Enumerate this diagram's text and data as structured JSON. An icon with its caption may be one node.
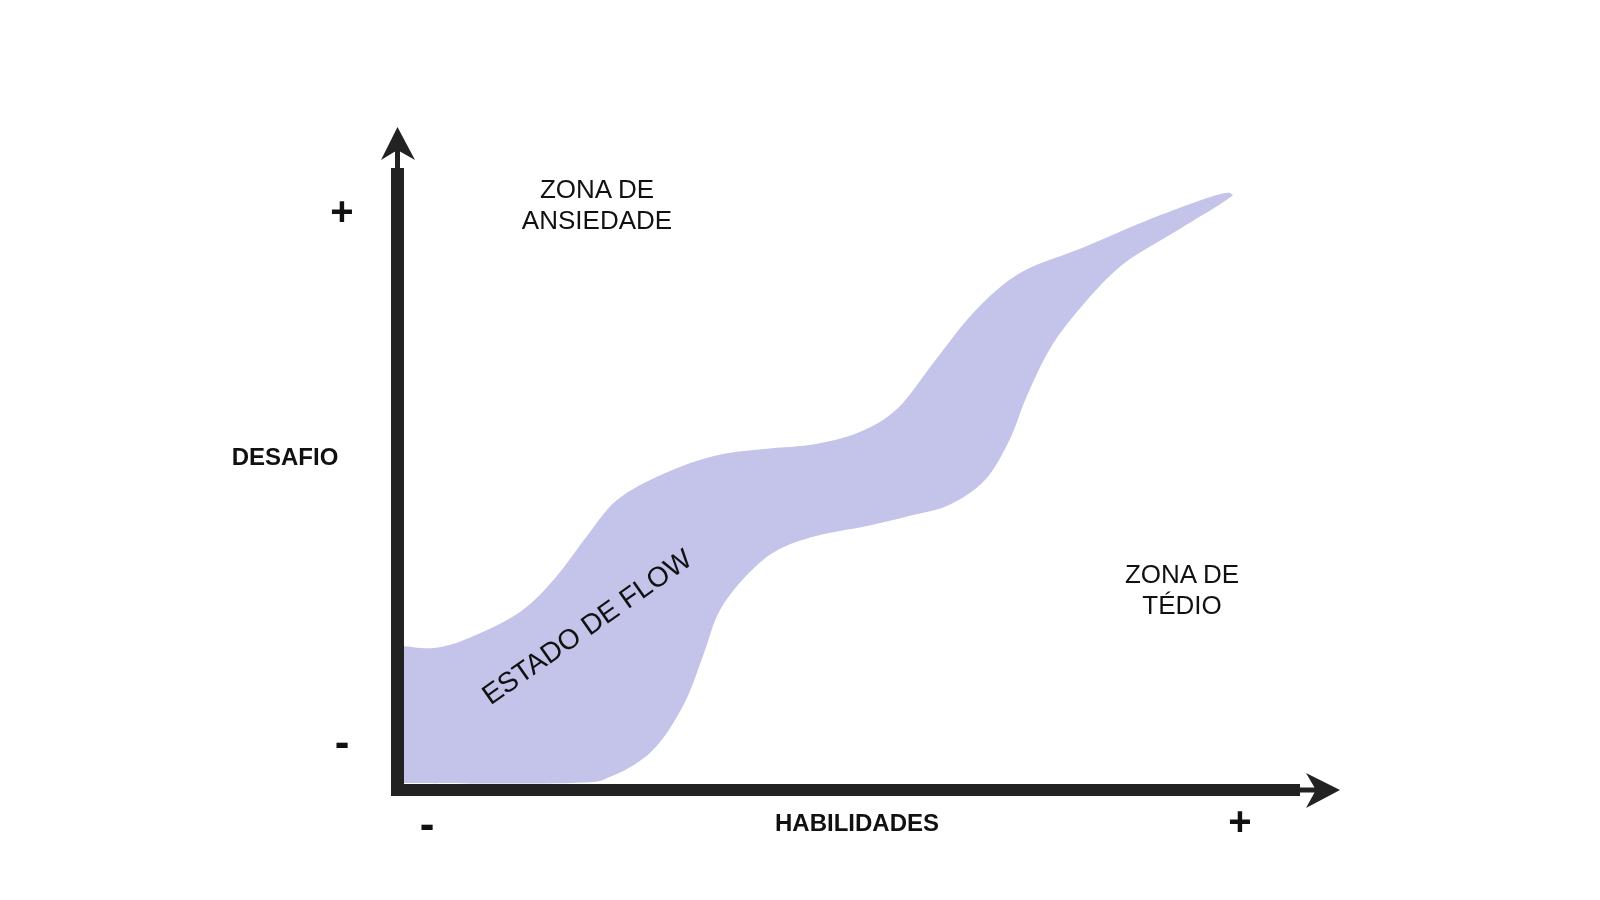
{
  "diagram": {
    "nodes": [
      {
        "text": [
          "ESTADO DE FLOW"
        ]
      }
    ],
    "labels": [
      "+",
      "ZONA DE ANSIEDADE",
      "DESAFIO",
      "ZONA DE TÉDIO",
      "-",
      "-",
      "HABILIDADES",
      "+"
    ]
  }
}
